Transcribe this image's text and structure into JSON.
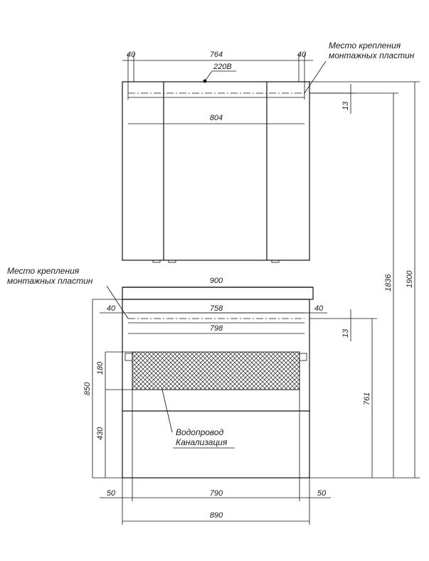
{
  "notes": {
    "mount_top_line1": "Место крепления",
    "mount_top_line2": "монтажных пластин",
    "mount_bottom_line1": "Место крепления",
    "mount_bottom_line2": "монтажных пластин",
    "voltage": "220В",
    "plumbing_line1": "Водопровод",
    "plumbing_line2": "Канализация"
  },
  "cabinet": {
    "left_offset": "40",
    "mount_span": "764",
    "right_offset": "40",
    "inner_width": "804",
    "mount_drop": "13"
  },
  "vanity": {
    "top_width": "900",
    "left_offset": "40",
    "mount_span": "758",
    "right_offset": "40",
    "inner_width": "798",
    "mount_drop": "13",
    "height": "850",
    "upper_zone": "180",
    "lower_zone": "430",
    "leg_left": "50",
    "between_legs": "790",
    "leg_right": "50",
    "overall_width": "890"
  },
  "heights": {
    "mirror_mount": "1836",
    "overall": "1900",
    "vanity_mount": "761"
  }
}
